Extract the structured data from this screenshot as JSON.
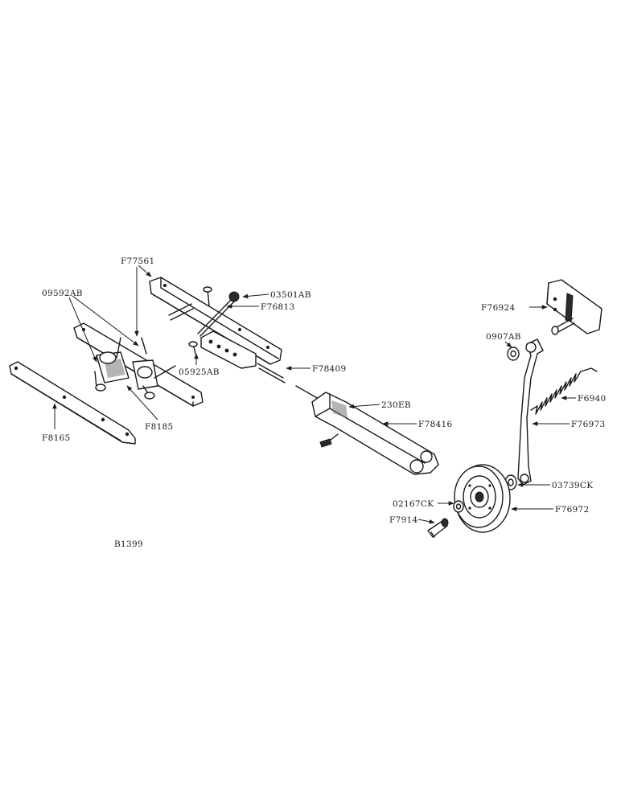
{
  "figure_code": "B1399",
  "labels": {
    "F77561": "F77561",
    "p09592AB": "09592AB",
    "p03501AB": "03501AB",
    "F76813": "F76813",
    "p05925AB": "05925AB",
    "F78409": "F78409",
    "F8185": "F8185",
    "F8165": "F8165",
    "p230EB": "230EB",
    "F78416": "F78416",
    "F76924": "F76924",
    "p0907AB": "0907AB",
    "F6940": "F6940",
    "F76973": "F76973",
    "p03739CK": "03739CK",
    "p02167CK": "02167CK",
    "F76972": "F76972",
    "F7914": "F7914"
  }
}
